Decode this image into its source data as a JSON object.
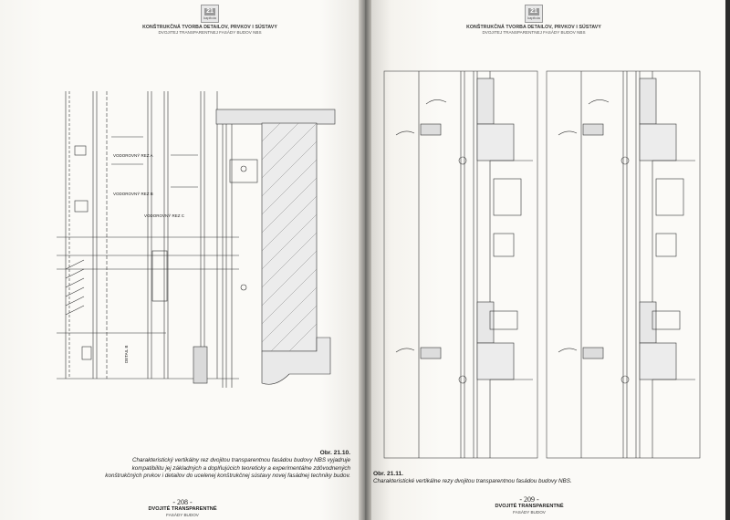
{
  "header": {
    "logo_number": "21",
    "logo_label": "kapitola",
    "title": "KONŠTRUKČNÁ TVORBA DETAILOV, PRVKOV I SÚSTAVY",
    "subtitle": "DVOJITEJ TRANSPARENTNEJ FASÁDY BUDOV NBS"
  },
  "left_page": {
    "drawing_labels": {
      "section_a": "VODOROVNÝ REZ A",
      "section_b": "VODOROVNÝ REZ B",
      "section_c": "VODOROVNÝ REZ C",
      "detail": "DETAIL B"
    },
    "caption_number": "Obr. 21.10.",
    "caption_text": "Charakteristický vertikálny rez dvojitou transparentnou fasádou budovy NBS vyjadruje kompatibilitu jej základných a doplňujúcich teoreticky a experimentálne zdôvodnených konštrukčných prvkov i detailov do ucelenej konštrukčnej sústavy novej fasádnej techniky budov.",
    "page_number": "- 208 -",
    "footer_title": "DVOJITÉ TRANSPARENTNÉ",
    "footer_sub": "FASÁDY BUDOV"
  },
  "right_page": {
    "caption_number": "Obr. 21.11.",
    "caption_text": "Charakteristické vertikálne rezy dvojitou transparentnou fasádou budovy NBS.",
    "page_number": "- 209 -",
    "footer_title": "DVOJITÉ TRANSPARENTNÉ",
    "footer_sub": "FASÁDY BUDOV"
  },
  "colors": {
    "paper": "#fbfaf7",
    "ink": "#222222",
    "gutter_shadow": "#6a6966"
  }
}
